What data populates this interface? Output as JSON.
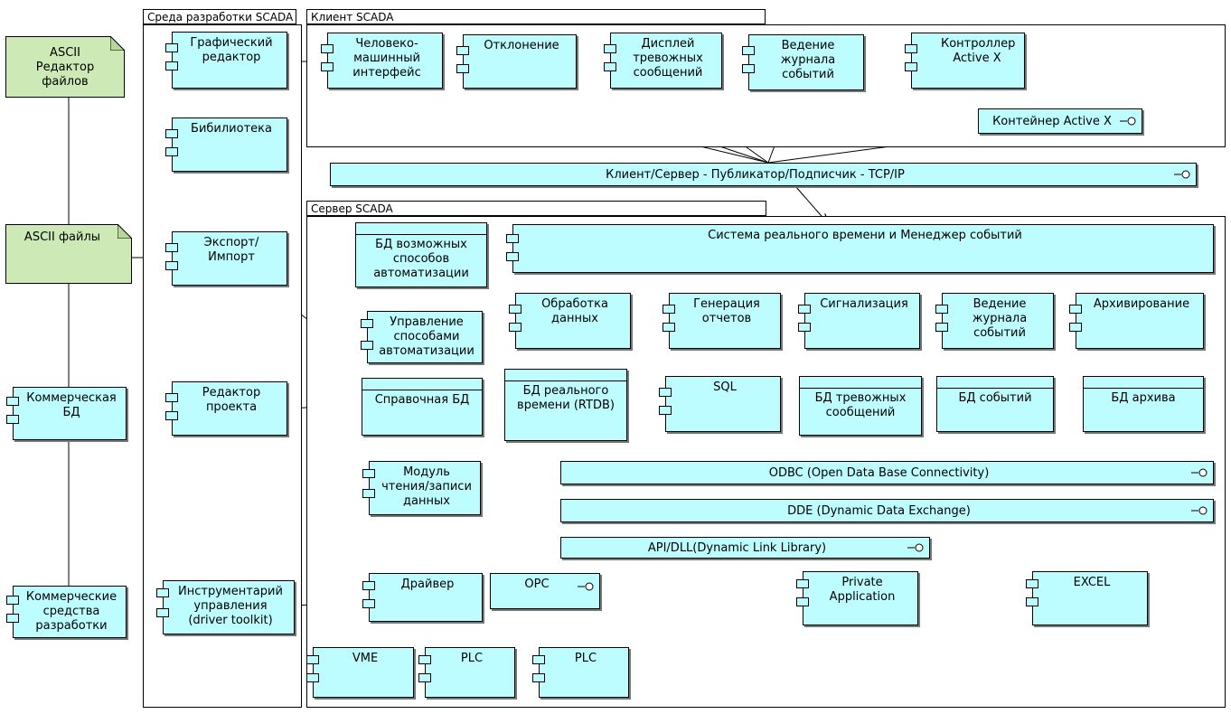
{
  "packages": {
    "dev": "Среда разработки SCADA",
    "client": "Клиент SCADA",
    "server": "Сервер SCADA"
  },
  "notes": {
    "ascii_editor": "ASCII Редактор файлов",
    "ascii_files": "ASCII файлы"
  },
  "left": {
    "commercial_db": "Коммерческая БД",
    "commercial_tools": "Коммерческие средства разработки"
  },
  "dev": {
    "graph_editor": "Графический редактор",
    "library": "Бибилиотека",
    "export_import": "Экспорт/ Импорт",
    "project_editor": "Редактор проекта",
    "driver_toolkit": "Инструментарий управления (driver toolkit)"
  },
  "client": {
    "hmi": "Человеко-машинный интерфейс",
    "deviation": "Отклонение",
    "alarm_display": "Дисплей тревожных сообщений",
    "logging": "Ведение журнала событий",
    "activex_ctrl": "Контроллер Active X",
    "activex_container": "Контейнер Active X"
  },
  "interfaces": {
    "tcpip": "Клиент/Сервер - Публикатор/Подписчик - TCP/IP",
    "odbc": "ODBC (Open Data Base Connectivity)",
    "dde": "DDE (Dynamic Data Exchange)",
    "api": "API/DLL(Dynamic Link Library)",
    "opc": "OPC"
  },
  "server": {
    "rt_system": "Система реального времени и Менеджер событий",
    "automation_db": "БД возможных способов автоматизации",
    "automation_mgmt": "Управление способами автоматизации",
    "data_processing": "Обработка данных",
    "report_gen": "Генерация отчетов",
    "signaling": "Сигнализация",
    "event_log": "Ведение журнала событий",
    "archiving": "Архивирование",
    "ref_db": "Справочная БД",
    "rtdb": "БД реального времени (RTDB)",
    "sql": "SQL",
    "alarm_db": "БД тревожных сообщений",
    "events_db": "БД событий",
    "archive_db": "БД архива",
    "rw_module": "Модуль чтения/записи данных",
    "driver": "Драйвер",
    "private_app": "Private Application",
    "excel": "EXCEL",
    "vme": "VME",
    "plc1": "PLC",
    "plc2": "PLC"
  }
}
